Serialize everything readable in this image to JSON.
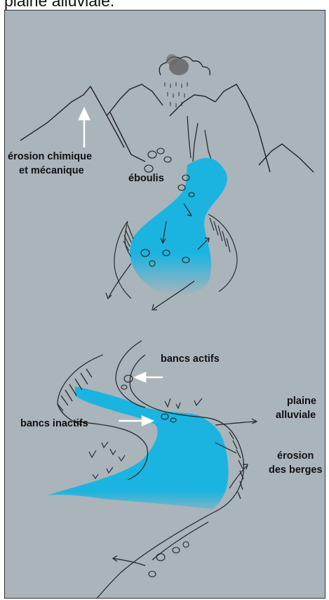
{
  "caption": "plaine alluviale.",
  "labels": {
    "erosion_chimique_1": "érosion chimique",
    "erosion_chimique_2": "et mécanique",
    "eboulis": "éboulis",
    "bancs_actifs": "bancs actifs",
    "plaine_1": "plaine",
    "plaine_2": "alluviale",
    "bancs_inactifs": "bancs inactifs",
    "erosion_berges_1": "érosion",
    "erosion_berges_2": "des berges"
  },
  "colors": {
    "background": "#a9b4bb",
    "water": "#1bb4e0",
    "ink": "#222222",
    "arrow": "#ffffff"
  }
}
